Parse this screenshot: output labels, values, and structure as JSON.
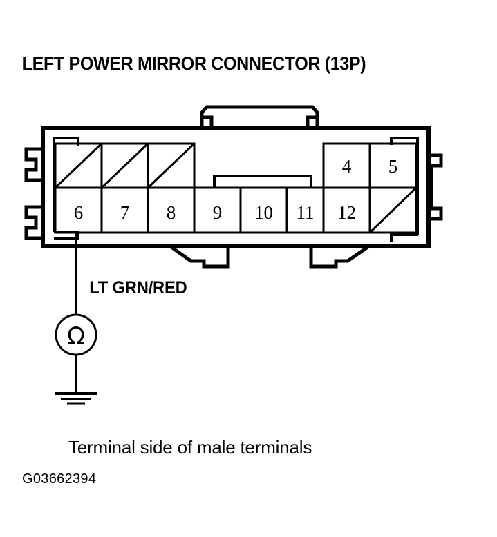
{
  "title": "LEFT POWER MIRROR CONNECTOR (13P)",
  "connector": {
    "type": "13P",
    "top_row": [
      {
        "label": "",
        "blank": true
      },
      {
        "label": "",
        "blank": true
      },
      {
        "label": "",
        "blank": true
      },
      {
        "label": "4",
        "blank": false
      },
      {
        "label": "5",
        "blank": false
      }
    ],
    "bottom_row": [
      {
        "label": "6",
        "blank": false
      },
      {
        "label": "7",
        "blank": false
      },
      {
        "label": "8",
        "blank": false
      },
      {
        "label": "9",
        "blank": false
      },
      {
        "label": "10",
        "blank": false
      },
      {
        "label": "11",
        "blank": false
      },
      {
        "label": "12",
        "blank": false
      },
      {
        "label": "",
        "blank": true
      }
    ]
  },
  "wire": {
    "label": "LT GRN/RED",
    "from_pin": "6"
  },
  "meter": {
    "symbol": "Ω",
    "name": "ohmmeter"
  },
  "caption": "Terminal side of male terminals",
  "figure_code": "G03662394",
  "colors": {
    "ink": "#000000",
    "background": "#ffffff"
  }
}
